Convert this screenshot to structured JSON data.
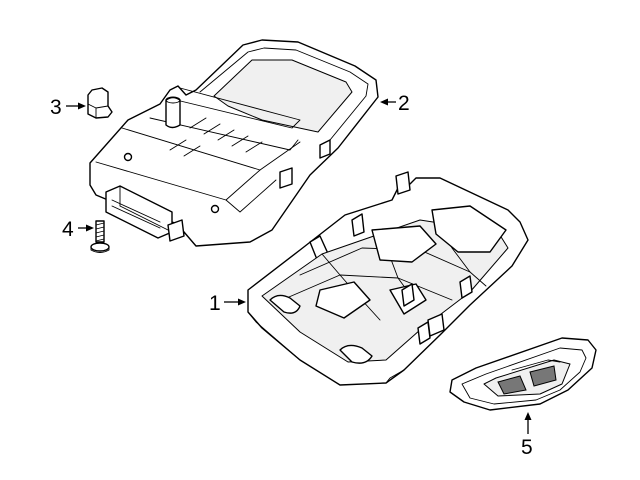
{
  "diagram": {
    "callouts": [
      {
        "id": "1",
        "label": "1"
      },
      {
        "id": "2",
        "label": "2"
      },
      {
        "id": "3",
        "label": "3"
      },
      {
        "id": "4",
        "label": "4"
      },
      {
        "id": "5",
        "label": "5"
      }
    ],
    "colors": {
      "line": "#000000",
      "fill": "#ffffff",
      "shade": "#f0f0f0"
    }
  }
}
